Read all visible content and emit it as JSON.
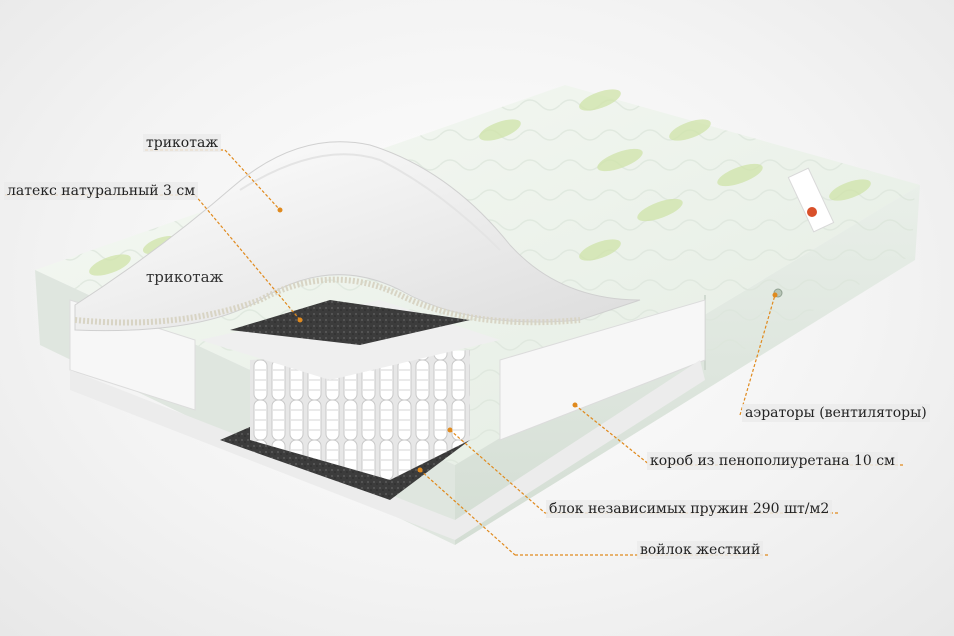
{
  "labels": {
    "knit_top": "трикотаж",
    "latex": "латекс натуральный 3 см",
    "knit_inner": "трикотаж",
    "aerators": "аэраторы (вентиляторы)",
    "foam_box": "короб из пенополиуретана 10 см",
    "springs": "блок независимых пружин 290 шт/м2",
    "felt": "войлок жесткий"
  },
  "colors": {
    "leader_line": "#e08a1e",
    "fabric": "#eef3ee",
    "pattern": "#cfe3a8",
    "felt": "#3a3a3a",
    "foam": "#f7f7f7"
  }
}
